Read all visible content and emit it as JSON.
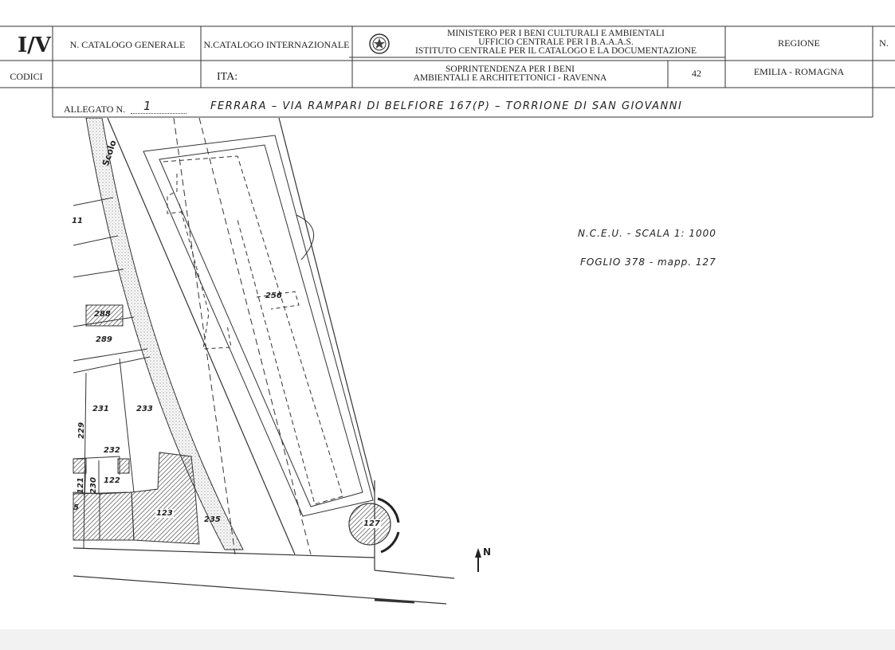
{
  "header": {
    "form_code": "I/V",
    "catalog_general_label": "N. CATALOGO GENERALE",
    "catalog_international_label": "N.CATALOGO INTERNAZIONALE",
    "ministry_lines": [
      "MINISTERO PER I BENI CULTURALI E AMBIENTALI",
      "UFFICIO CENTRALE PER I B.A.A.A.S.",
      "ISTITUTO CENTRALE PER IL CATALOGO E LA DOCUMENTAZIONE"
    ],
    "regione_label": "REGIONE",
    "number_label": "N.",
    "codici_label": "CODICI",
    "ita_label": "ITA:",
    "soprintendenza_lines": [
      "SOPRINTENDENZA PER I BENI",
      "AMBIENTALI E ARCHITETTONICI - RAVENNA"
    ],
    "soprintendenza_code": "42",
    "regione_value": "EMILIA - ROMAGNA",
    "allegato_label": "ALLEGATO N.",
    "allegato_value": "1",
    "description": "FERRARA – VIA RAMPARI DI BELFIORE 167(P) – TORRIONE DI SAN GIOVANNI"
  },
  "notes": {
    "line1": "N.C.E.U. -   SCALA 1: 1000",
    "line2": "FOGLIO 378 -  mapp. 127"
  },
  "map": {
    "canal_label": "Scolo",
    "north_label": "N",
    "parcels": [
      "11",
      "288",
      "289",
      "256",
      "229",
      "231",
      "233",
      "232",
      "121",
      "230",
      "122",
      "123",
      "235",
      "127",
      "5"
    ]
  },
  "colors": {
    "ink": "#222222",
    "paper": "#ffffff",
    "scan_edge": "#f2f2f2"
  }
}
